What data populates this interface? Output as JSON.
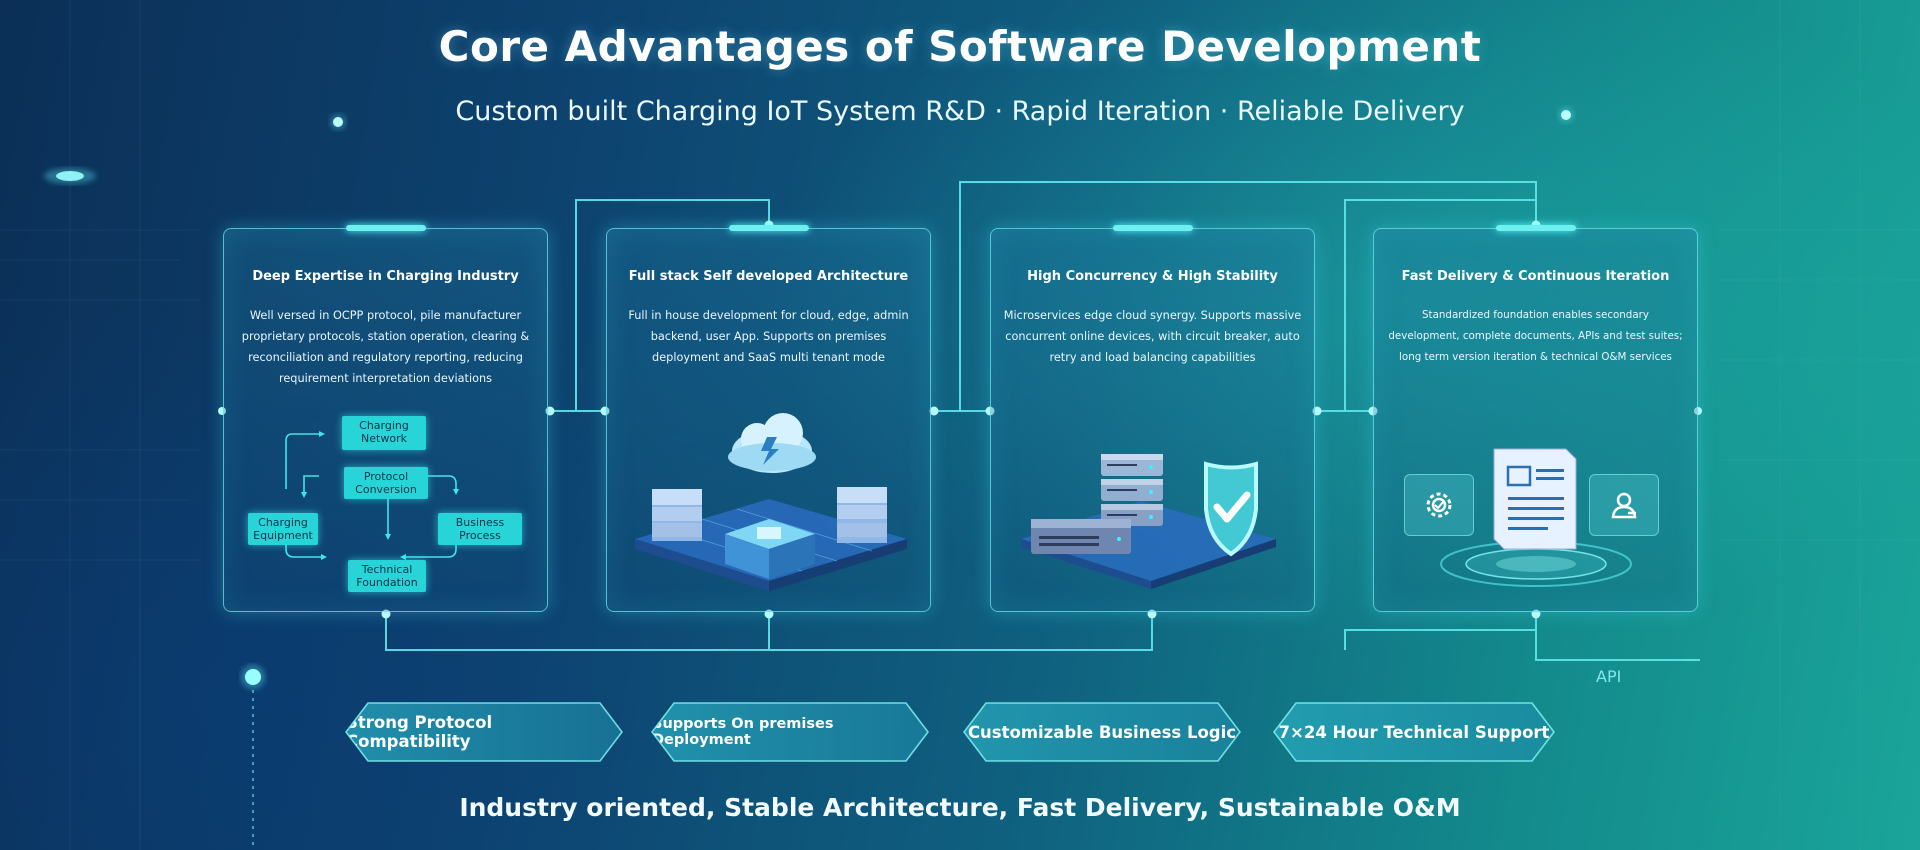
{
  "header": {
    "title": "Core Advantages of Software Development",
    "subtitle": "Custom built Charging IoT System R&D · Rapid Iteration · Reliable Delivery"
  },
  "cards": [
    {
      "title": "Deep Expertise in Charging Industry",
      "description": "Well versed in OCPP protocol, pile manufacturer proprietary protocols, station operation, clearing & reconciliation and regulatory reporting, reducing requirement interpretation deviations",
      "flow": {
        "charging_network": "Charging Network",
        "protocol_conversion": "Protocol Conversion",
        "charging_equipment": "Charging Equipment",
        "business_process": "Business Process",
        "technical_foundation": "Technical Foundation"
      }
    },
    {
      "title": "Full stack Self developed Architecture",
      "description": "Full in house development for cloud, edge, admin backend, user App. Supports on premises deployment and SaaS multi tenant mode"
    },
    {
      "title": "High Concurrency & High Stability",
      "description": "Microservices edge cloud synergy. Supports massive concurrent online devices, with circuit breaker, auto retry and load balancing capabilities"
    },
    {
      "title": "Fast Delivery & Continuous Iteration",
      "description": "Standardized foundation enables secondary development, complete documents, APIs and test suites; long term version iteration & technical O&M services"
    }
  ],
  "features": [
    "Strong Protocol Compatibility",
    "Supports On premises Deployment",
    "Customizable Business Logic",
    "7×24 Hour Technical Support"
  ],
  "api_label": "API",
  "tagline": "Industry oriented, Stable Architecture, Fast Delivery, Sustainable O&M",
  "colors": {
    "accent": "#5ff0f0",
    "node_fill": "#27d5d8",
    "background_dark": "#0b2f57",
    "background_teal": "#1aa59a"
  }
}
